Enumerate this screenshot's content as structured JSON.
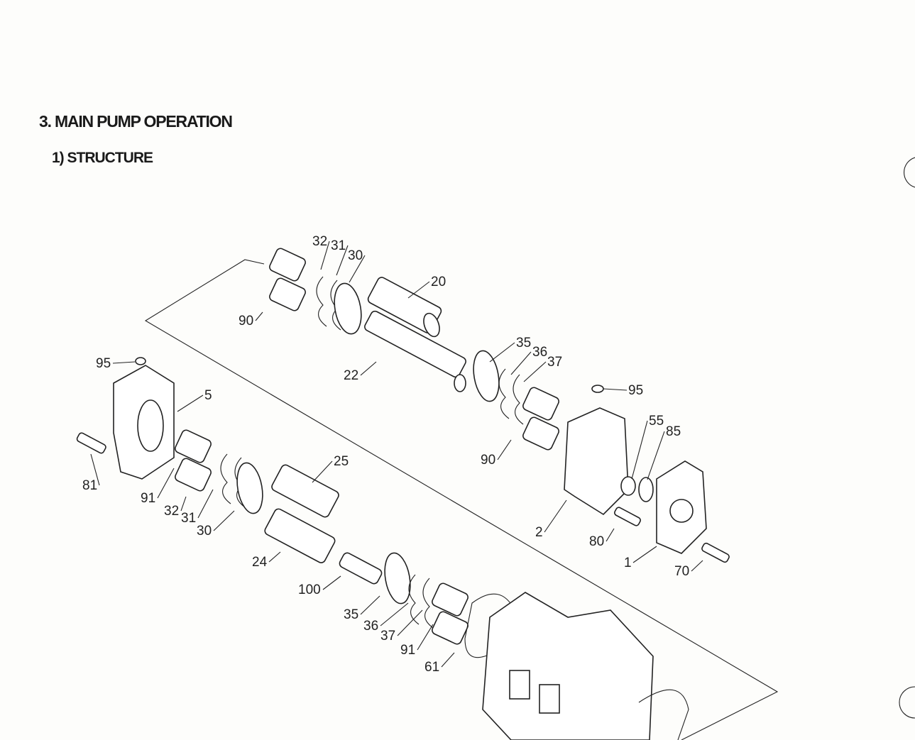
{
  "document": {
    "section_title": "3. MAIN PUMP OPERATION",
    "subsection_title": "1) STRUCTURE"
  },
  "diagram": {
    "callouts": [
      "32",
      "31",
      "30",
      "20",
      "90",
      "35",
      "36",
      "37",
      "22",
      "95",
      "5",
      "95",
      "55",
      "85",
      "81",
      "25",
      "90",
      "91",
      "32",
      "31",
      "30",
      "2",
      "80",
      "24",
      "1",
      "70",
      "100",
      "35",
      "36",
      "37",
      "91",
      "61"
    ]
  }
}
